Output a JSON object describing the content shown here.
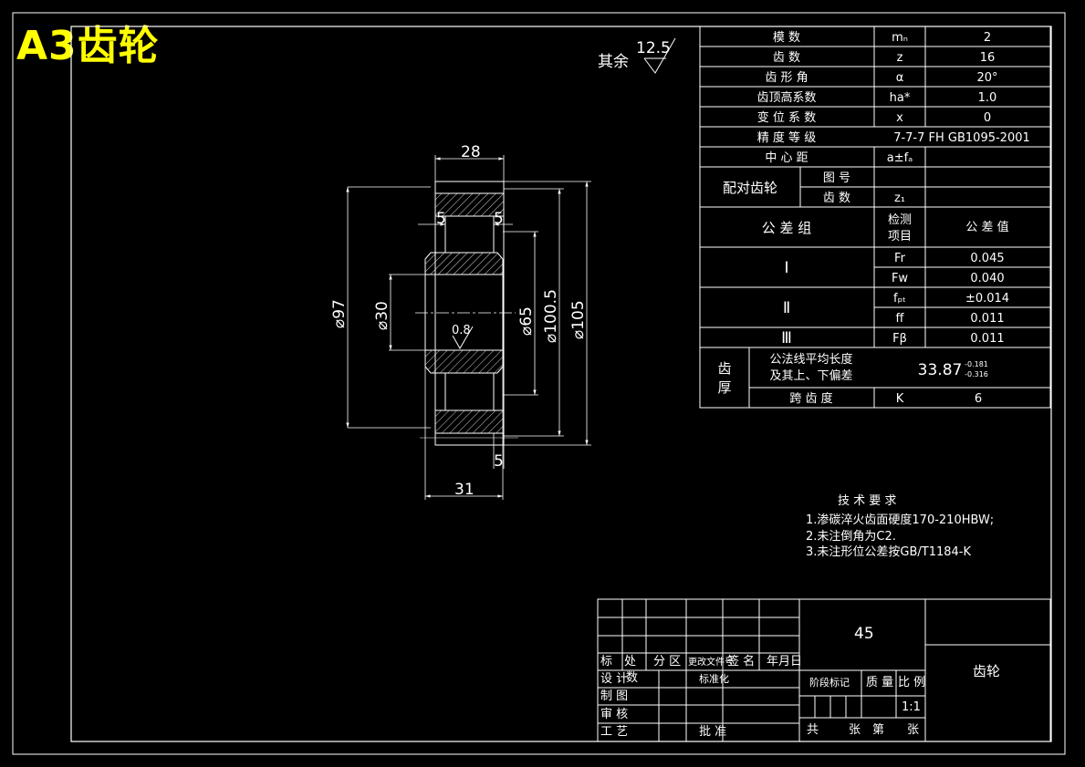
{
  "title": "A3齿轮",
  "roughness": {
    "label": "其余",
    "value": "12.5"
  },
  "dimensions": {
    "width_top": "28",
    "chamfer_left": "5",
    "chamfer_right": "5",
    "dia_97": "⌀97",
    "dia_30": "⌀30",
    "dia_65": "⌀65",
    "dia_100_5": "⌀100.5",
    "dia_105": "⌀105",
    "surface": "0.8",
    "chamfer_bottom": "5",
    "width_bottom": "31"
  },
  "params": {
    "rows": [
      {
        "name": "模        数",
        "symbol": "mₙ",
        "value": "2"
      },
      {
        "name": "齿        数",
        "symbol": "z",
        "value": "16"
      },
      {
        "name": "齿  形  角",
        "symbol": "α",
        "value": "20°"
      },
      {
        "name": "齿顶高系数",
        "symbol": "ha*",
        "value": "1.0"
      },
      {
        "name": "变 位 系 数",
        "symbol": "x",
        "value": "0"
      }
    ],
    "precision_name": "精 度 等 级",
    "precision_value": "7-7-7 FH GB1095-2001",
    "center_name": "中  心  距",
    "center_symbol": "a±fₐ",
    "pair_label": "配对齿轮",
    "pair_drawing": "图  号",
    "pair_teeth": "齿  数",
    "pair_teeth_symbol": "z₁",
    "tol_group": "公    差    组",
    "tol_item": "检测\n项目",
    "tol_item_1": "检测",
    "tol_item_2": "项目",
    "tol_value": "公 差 值",
    "groups": [
      {
        "roman": "Ⅰ",
        "items": [
          {
            "sym": "Fr",
            "val": "0.045"
          },
          {
            "sym": "Fw",
            "val": "0.040"
          }
        ]
      },
      {
        "roman": "Ⅱ",
        "items": [
          {
            "sym": "fₚₜ",
            "val": "±0.014"
          },
          {
            "sym": "ff",
            "val": "0.011"
          }
        ]
      },
      {
        "roman": "Ⅲ",
        "items": [
          {
            "sym": "Fβ",
            "val": "0.011"
          }
        ]
      }
    ],
    "thickness_label_1": "齿",
    "thickness_label_2": "厚",
    "normal_len_1": "公法线平均长度",
    "normal_len_2": "及其上、下偏差",
    "normal_len_value": "33.87",
    "normal_len_upper": "-0.181",
    "normal_len_lower": "-0.316",
    "span_label": "跨  齿  度",
    "span_symbol": "K",
    "span_value": "6"
  },
  "tech": {
    "heading": "技 术 要 求",
    "lines": [
      "1.渗碳淬火齿面硬度170-210HBW;",
      "2.未注倒角为C2.",
      "3.未注形位公差按GB/T1184-K"
    ]
  },
  "titleblock": {
    "material": "45",
    "part_name": "齿轮",
    "header_cells": [
      "标",
      "处",
      "分 区",
      "更改文件号",
      "签 名",
      "年月日"
    ],
    "header_cell_count": "数",
    "design": "设 计",
    "standard": "标准化",
    "drawing": "制 图",
    "review": "审 核",
    "process": "工 艺",
    "approve": "批 准",
    "stage": "阶段标记",
    "weight": "质  量",
    "scale_label": "比 例",
    "scale": "1:1",
    "sheets_total": "共",
    "sheets_of": "张",
    "sheets_num": "第",
    "sheets_end": "张"
  }
}
